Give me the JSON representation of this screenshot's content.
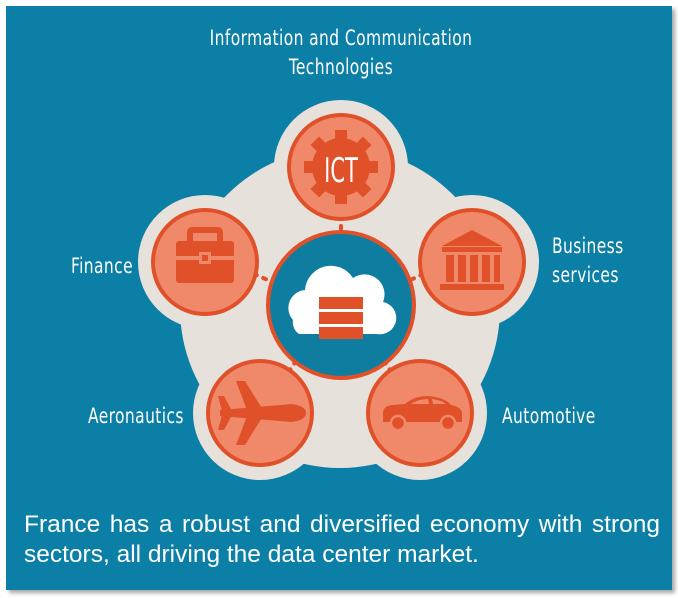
{
  "diagram": {
    "sectors": [
      {
        "id": "ict",
        "label": "Information and Communication Technologies",
        "icon_text": "ICT",
        "icon": "gear-icon"
      },
      {
        "id": "finance",
        "label": "Finance",
        "icon": "briefcase-icon"
      },
      {
        "id": "business",
        "label": "Business services",
        "icon": "bank-building-icon"
      },
      {
        "id": "aeronautics",
        "label": "Aeronautics",
        "icon": "airplane-icon"
      },
      {
        "id": "automotive",
        "label": "Automotive",
        "icon": "car-icon"
      }
    ],
    "center_icon": "cloud-server-icon",
    "labels": {
      "ict_line1": "Information and Communication",
      "ict_line2": "Technologies",
      "finance": "Finance",
      "business_line1": "Business",
      "business_line2": "services",
      "aeronautics": "Aeronautics",
      "automotive": "Automotive"
    }
  },
  "caption": "France has a robust and diversified economy with strong sectors, all driving the data center market.",
  "colors": {
    "background": "#0c7fa6",
    "halo": "#e6e1db",
    "node_fill": "#f0896a",
    "accent": "#e0512a",
    "center_fill": "#0f7da0",
    "white": "#ffffff"
  }
}
